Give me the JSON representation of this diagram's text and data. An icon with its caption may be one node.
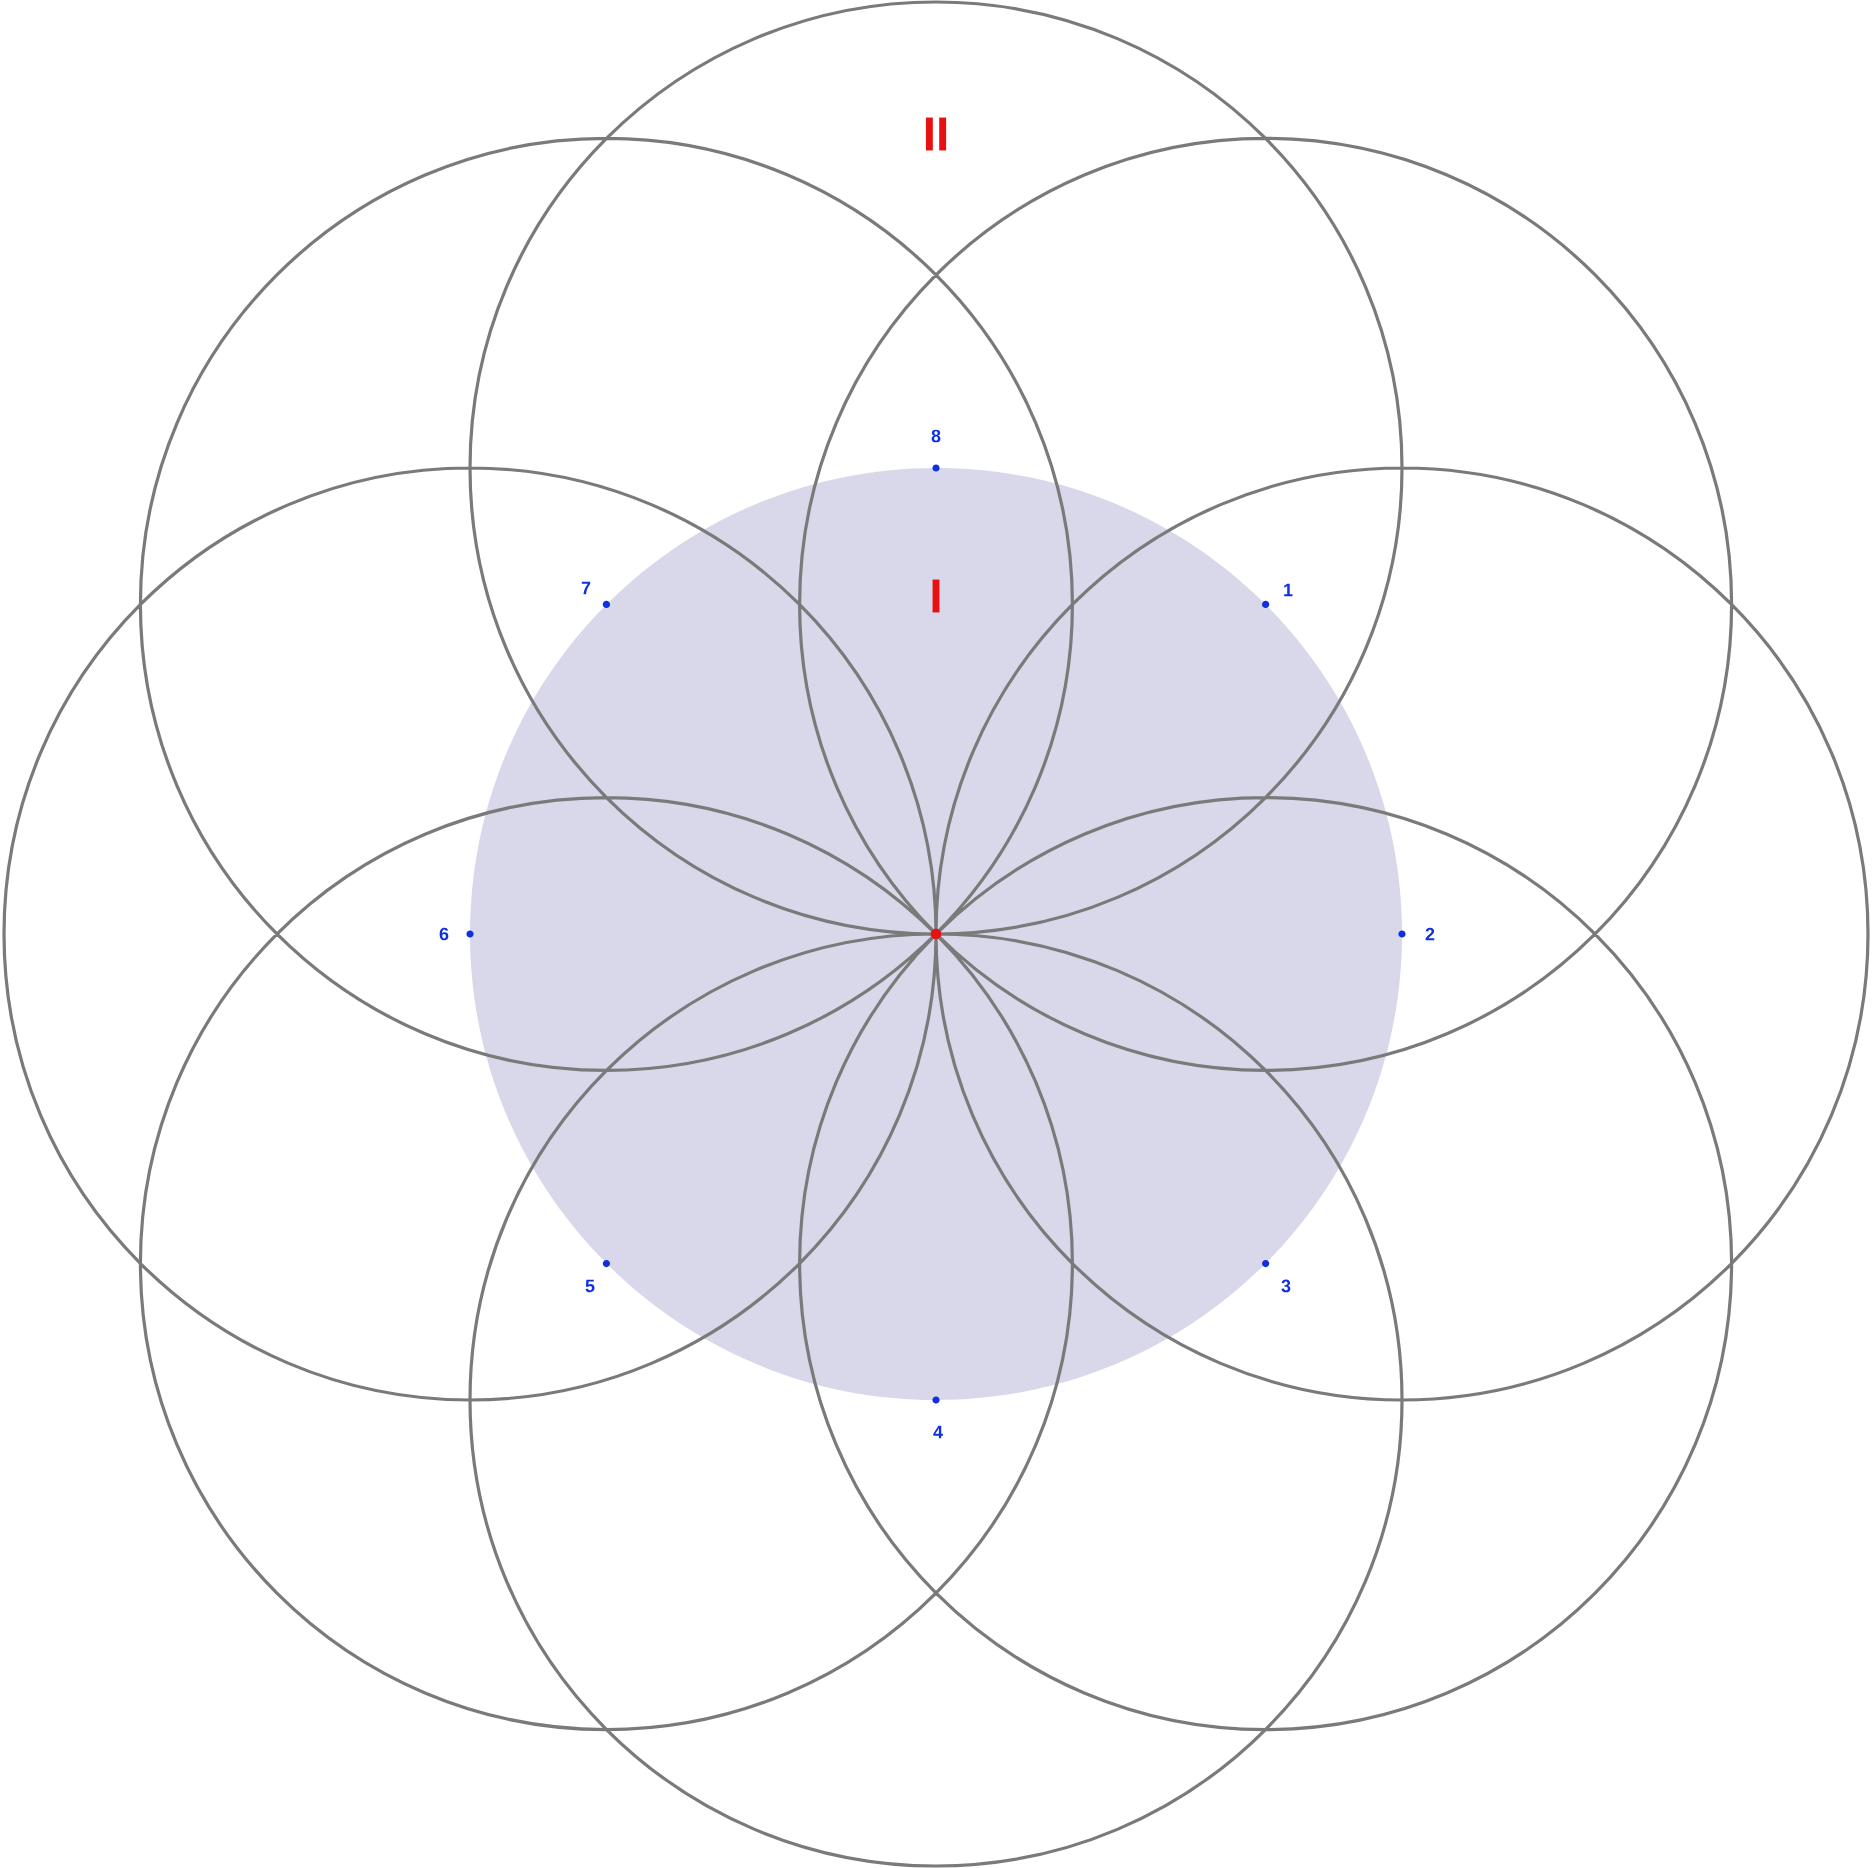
{
  "diagram": {
    "labels": [
      "II",
      "8",
      "I",
      "7",
      "1",
      "6",
      "2",
      "5",
      "3",
      "4"
    ]
  }
}
